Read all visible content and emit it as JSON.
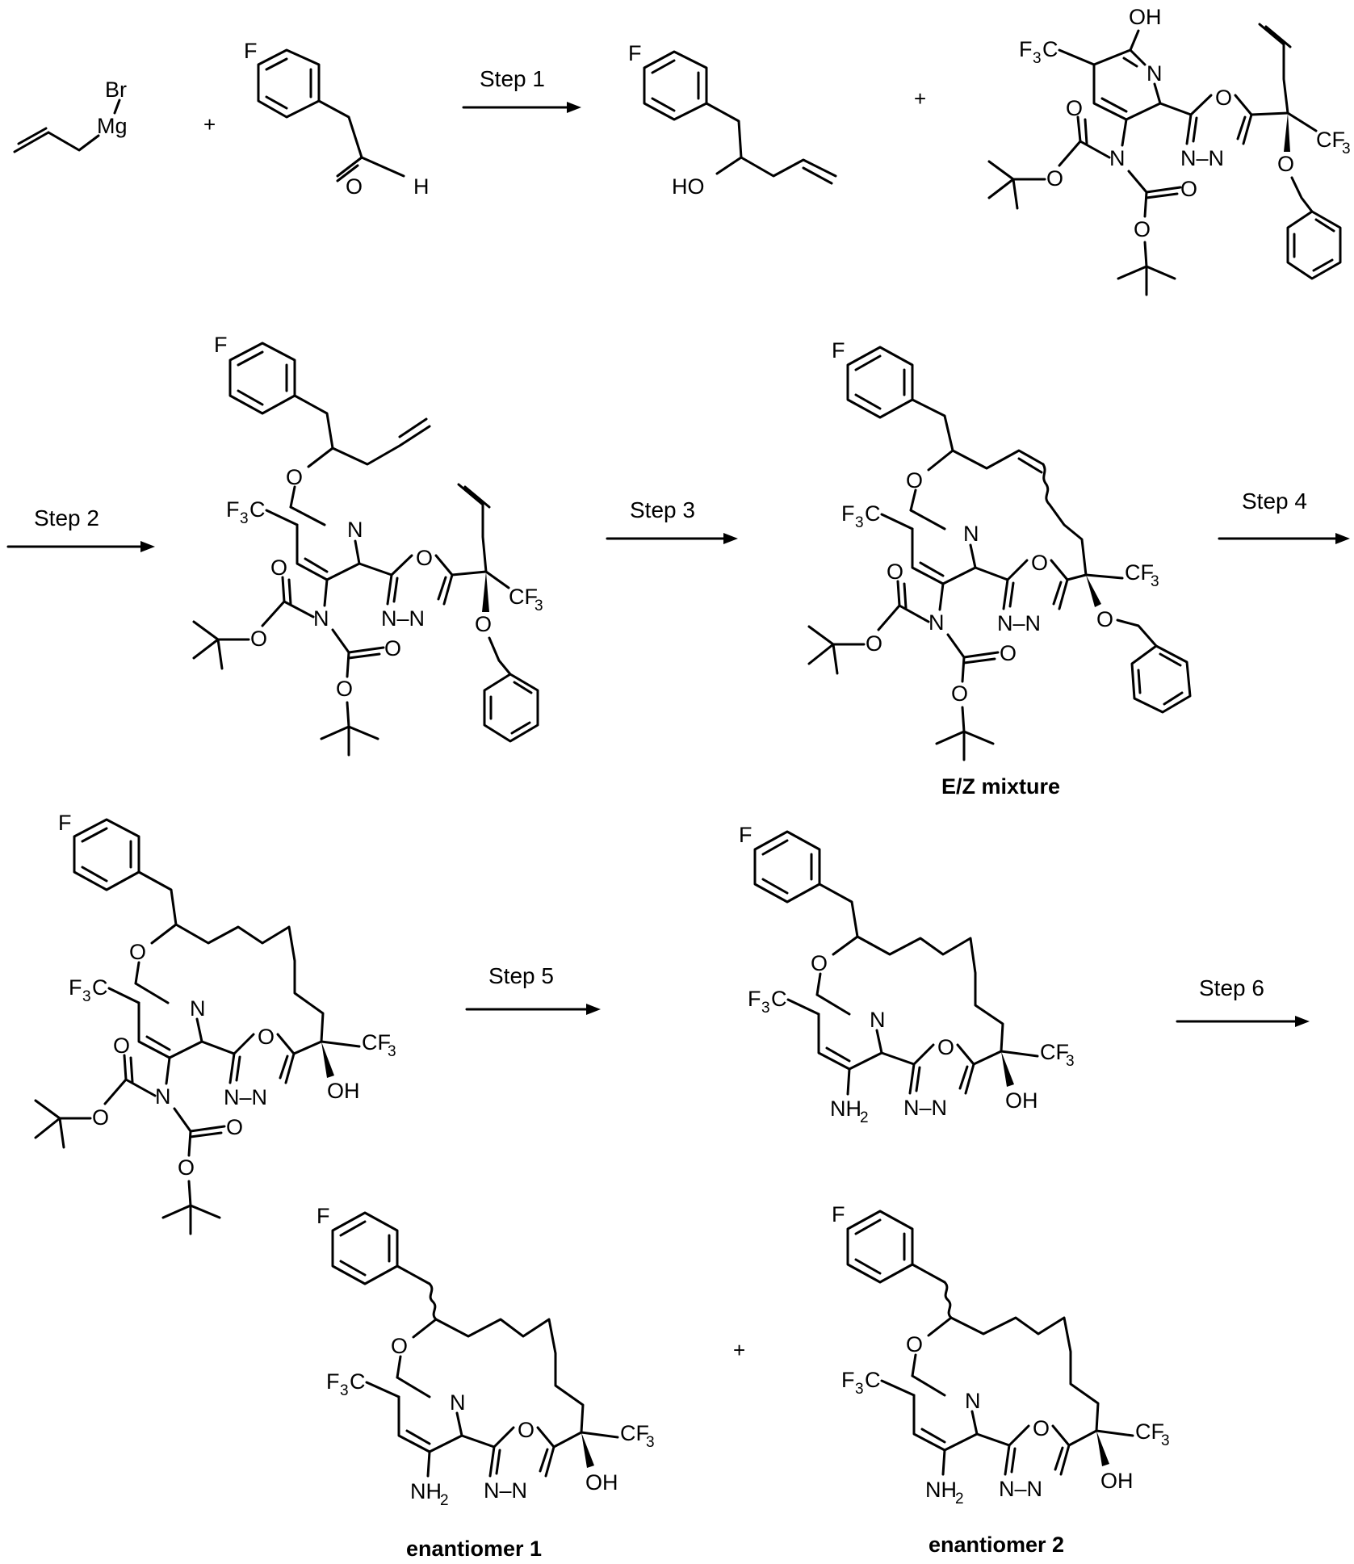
{
  "steps": [
    "Step 1",
    "Step 2",
    "Step 3",
    "Step 4",
    "Step 5",
    "Step 6"
  ],
  "plus": "+",
  "captions": {
    "ez": "E/Z mixture",
    "enantiomer1": "enantiomer 1",
    "enantiomer2": "enantiomer 2"
  },
  "atoms": {
    "F": "F",
    "Br": "Br",
    "Mg": "Mg",
    "O": "O",
    "H": "H",
    "HO": "HO",
    "OH": "OH",
    "N": "N",
    "NN": "N–N",
    "CF3": "CF",
    "F3C": "F",
    "C": "C",
    "sub3": "3",
    "NH2": "NH",
    "sub2": "2"
  },
  "colors": {
    "ink": "#000000",
    "background": "#ffffff"
  }
}
